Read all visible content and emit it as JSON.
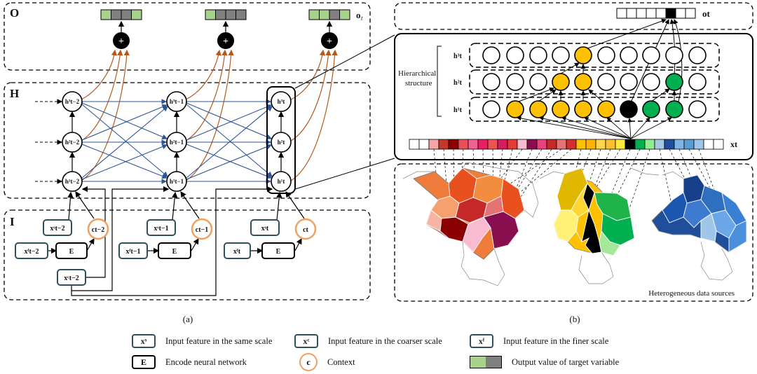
{
  "panels": {
    "O": "O",
    "H": "H",
    "I": "I",
    "output_symbol": "o",
    "output_subscript": "t",
    "caption_a": "(a)",
    "caption_b": "(b)"
  },
  "hidden_states": {
    "t2": [
      "h³t−2",
      "h²t−2",
      "h¹t−2"
    ],
    "t1": [
      "h³t−1",
      "h²t−1",
      "h¹t−1"
    ],
    "t0": [
      "h³t",
      "h²t",
      "h¹t"
    ]
  },
  "inputs": {
    "xS": [
      "xˢt−2",
      "xˢt−1",
      "xˢt"
    ],
    "xF": [
      "xᶠt−2",
      "xᶠt−1",
      "xᶠt"
    ],
    "c": [
      "ct−2",
      "ct−1",
      "ct"
    ],
    "xC": "xᶜt−2",
    "encoder": "E"
  },
  "panel_b": {
    "hier_label_1": "Hierarchical",
    "hier_label_2": "structure",
    "levels": [
      "h³t",
      "h²t",
      "h¹t"
    ],
    "input_label": "xt",
    "output_label": "ot",
    "data_sources_label": "Heterogeneous data sources"
  },
  "colors": {
    "output_green": "#a9d18e",
    "output_gray": "#808080",
    "hidden_yellow": "#ffc000",
    "hidden_green": "#00b050",
    "context_orange": "#f0a060",
    "input_border": "#2f4f5f",
    "arrow_brown": "#b55a1e",
    "arrow_blue": "#2e5597"
  },
  "legend": [
    {
      "symbol": "xˢ",
      "text": "Input feature in the same scale"
    },
    {
      "symbol": "xᶜ",
      "text": "Input feature in the coarser scale"
    },
    {
      "symbol": "xᶠ",
      "text": "Input feature in the finer scale"
    },
    {
      "symbol": "E",
      "text": "Encode neural network"
    },
    {
      "symbol": "c",
      "text": "Context"
    },
    {
      "symbol": "",
      "text": "Output value of target variable"
    }
  ]
}
